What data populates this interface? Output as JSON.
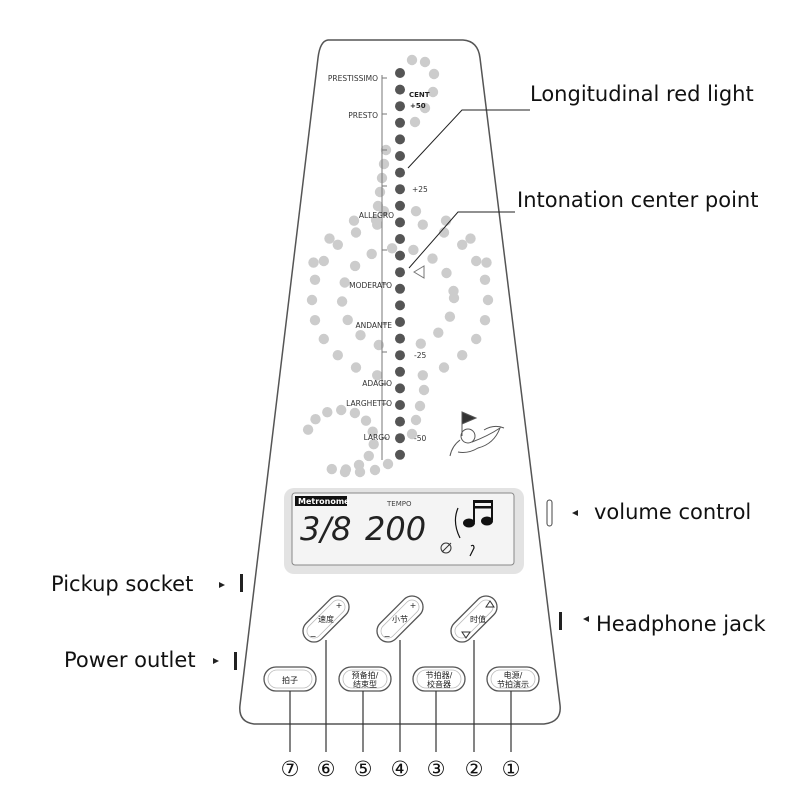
{
  "callouts": {
    "red_light": "Longitudinal red light",
    "center_point": "Intonation center point",
    "volume": "volume control",
    "pickup": "Pickup socket",
    "headphone": "Headphone jack",
    "power": "Power outlet"
  },
  "scale": {
    "tempo_labels": [
      "PRESTISSIMO",
      "PRESTO",
      "ALLEGRO",
      "MODERATO",
      "ANDANTE",
      "ADAGIO",
      "LARGHETTO",
      "LARGO"
    ],
    "cent_title": "CENT",
    "cent_labels": [
      "+50",
      "+25",
      "-25",
      "-50"
    ]
  },
  "lcd": {
    "mode_badge": "Metronome",
    "tempo_title": "TEMPO",
    "beat": "3/8",
    "bpm": "200"
  },
  "buttons": {
    "speed": "速度",
    "bar": "小节",
    "duration": "时值",
    "beat": "拍子",
    "prebeat_1": "预备拍/",
    "prebeat_2": "结束型",
    "metro_1": "节拍器/",
    "metro_2": "校音器",
    "power_1": "电源/",
    "power_2": "节拍演示",
    "plus": "+",
    "minus": "−"
  },
  "numbers": [
    "⑦",
    "⑥",
    "⑤",
    "④",
    "③",
    "②",
    "①"
  ],
  "colors": {
    "body_outline": "#555555",
    "led_dark": "#555555",
    "dot_light": "#cccccc",
    "lcd_bg": "#ececec",
    "text": "#111111"
  }
}
